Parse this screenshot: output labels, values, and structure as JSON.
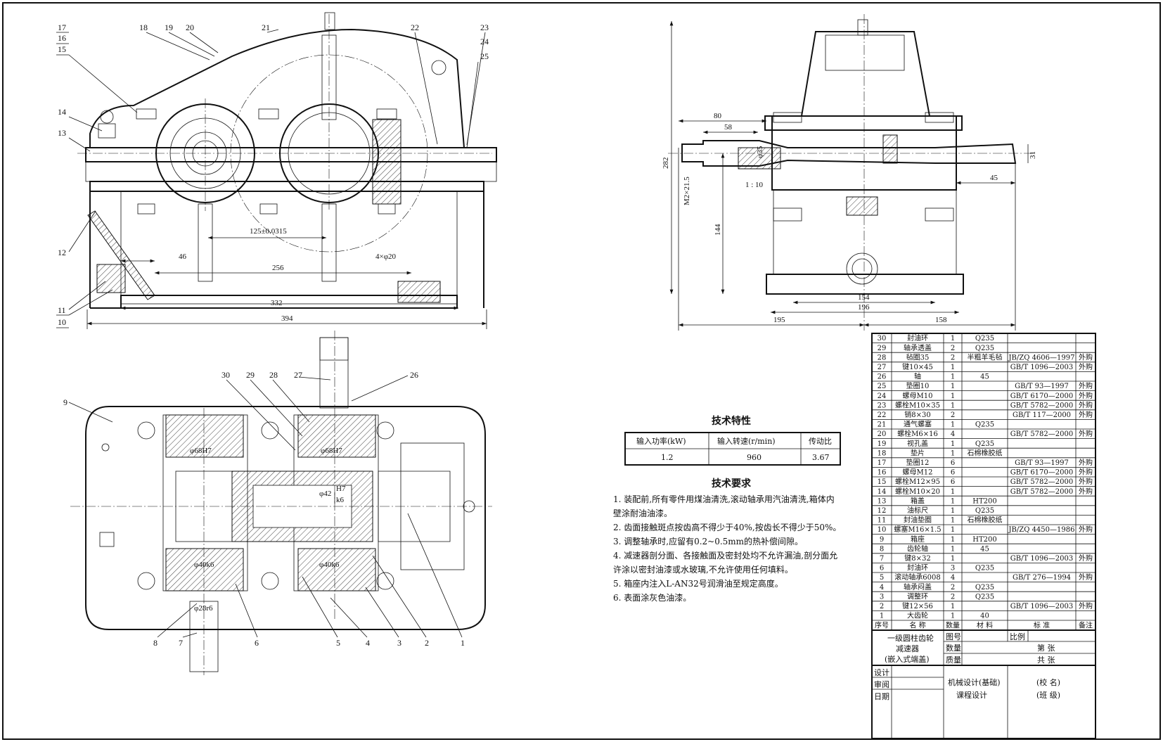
{
  "front_view": {
    "balloons": [
      "17",
      "16",
      "15",
      "18",
      "19",
      "20",
      "21",
      "22",
      "23",
      "24",
      "25",
      "14",
      "13",
      "12",
      "11",
      "10"
    ],
    "dims": {
      "center_distance": "125±0.0315",
      "d46": "46",
      "d256": "256",
      "d332": "332",
      "d394": "394",
      "holes": "4×φ20"
    }
  },
  "side_view": {
    "dims": {
      "d80": "80",
      "d58": "58",
      "phi35": "φ35",
      "d282": "282",
      "m_thread": "M2×21.5",
      "taper": "1 : 10",
      "d144": "144",
      "d31": "31",
      "d45": "45",
      "d154": "154",
      "d196": "196",
      "d195": "195",
      "d158": "158"
    }
  },
  "plan_view": {
    "balloons": [
      "9",
      "30",
      "29",
      "28",
      "27",
      "26",
      "8",
      "7",
      "6",
      "5",
      "4",
      "3",
      "2",
      "1"
    ],
    "dims": {
      "phi68a": "φ68H7",
      "phi68b": "φ68H7",
      "phi42": "φ42",
      "fit_h7": "H7",
      "fit_k6": "k6",
      "phi40a": "φ40k6",
      "phi40b": "φ40k6",
      "phi28": "φ28r6"
    }
  },
  "tech_specs": {
    "title": "技术特性",
    "headers": [
      "输入功率(kW)",
      "输入转速(r/min)",
      "传动比"
    ],
    "values": [
      "1.2",
      "960",
      "3.67"
    ]
  },
  "tech_requirements": {
    "title": "技术要求",
    "lines": [
      "1. 装配前,所有零件用煤油清洗,滚动轴承用汽油清洗,箱体内",
      "    壁涂耐油油漆。",
      "2. 齿面接触斑点按齿高不得少于40%,按齿长不得少于50%。",
      "3. 调整轴承时,应留有0.2~0.5mm的热补偿间隙。",
      "4. 减速器剖分面、各接触面及密封处均不允许漏油,剖分面允",
      "    许涂以密封油漆或水玻璃,不允许使用任何填料。",
      "5. 箱座内注入L-AN32号润滑油至规定高度。",
      "6. 表面涂灰色油漆。"
    ]
  },
  "parts_list": {
    "rows": [
      [
        "30",
        "封油环",
        "1",
        "Q235",
        "",
        ""
      ],
      [
        "29",
        "轴承透盖",
        "2",
        "Q235",
        "",
        ""
      ],
      [
        "28",
        "毡圈35",
        "2",
        "半粗羊毛毡",
        "JB/ZQ 4606—1997",
        "外购"
      ],
      [
        "27",
        "键10×45",
        "1",
        "",
        "GB/T 1096—2003",
        "外购"
      ],
      [
        "26",
        "轴",
        "1",
        "45",
        "",
        ""
      ],
      [
        "25",
        "垫圈10",
        "1",
        "",
        "GB/T 93—1997",
        "外购"
      ],
      [
        "24",
        "螺母M10",
        "1",
        "",
        "GB/T 6170—2000",
        "外购"
      ],
      [
        "23",
        "螺栓M10×35",
        "1",
        "",
        "GB/T 5782—2000",
        "外购"
      ],
      [
        "22",
        "销8×30",
        "2",
        "",
        "GB/T 117—2000",
        "外购"
      ],
      [
        "21",
        "通气螺塞",
        "1",
        "Q235",
        "",
        ""
      ],
      [
        "20",
        "螺栓M6×16",
        "4",
        "",
        "GB/T 5782—2000",
        "外购"
      ],
      [
        "19",
        "视孔盖",
        "1",
        "Q235",
        "",
        ""
      ],
      [
        "18",
        "垫片",
        "1",
        "石棉橡胶纸",
        "",
        ""
      ],
      [
        "17",
        "垫圈12",
        "6",
        "",
        "GB/T 93—1997",
        "外购"
      ],
      [
        "16",
        "螺母M12",
        "6",
        "",
        "GB/T 6170—2000",
        "外购"
      ],
      [
        "15",
        "螺栓M12×95",
        "6",
        "",
        "GB/T 5782—2000",
        "外购"
      ],
      [
        "14",
        "螺栓M10×20",
        "1",
        "",
        "GB/T 5782—2000",
        "外购"
      ],
      [
        "13",
        "箱盖",
        "1",
        "HT200",
        "",
        ""
      ],
      [
        "12",
        "油标尺",
        "1",
        "Q235",
        "",
        ""
      ],
      [
        "11",
        "封油垫圈",
        "1",
        "石棉橡胶纸",
        "",
        ""
      ],
      [
        "10",
        "螺塞M16×1.5",
        "1",
        "",
        "JB/ZQ 4450—1986",
        "外购"
      ],
      [
        "9",
        "箱座",
        "1",
        "HT200",
        "",
        ""
      ],
      [
        "8",
        "齿轮轴",
        "1",
        "45",
        "",
        ""
      ],
      [
        "7",
        "键8×32",
        "1",
        "",
        "GB/T 1096—2003",
        "外购"
      ],
      [
        "6",
        "封油环",
        "3",
        "Q235",
        "",
        ""
      ],
      [
        "5",
        "滚动轴承6008",
        "4",
        "",
        "GB/T 276—1994",
        "外购"
      ],
      [
        "4",
        "轴承闷盖",
        "2",
        "Q235",
        "",
        ""
      ],
      [
        "3",
        "调整环",
        "2",
        "Q235",
        "",
        ""
      ],
      [
        "2",
        "键12×56",
        "1",
        "",
        "GB/T 1096—2003",
        "外购"
      ],
      [
        "1",
        "大齿轮",
        "1",
        "40",
        "",
        ""
      ]
    ],
    "header": [
      "序号",
      "名 称",
      "数量",
      "材 料",
      "标 准",
      "备注"
    ]
  },
  "title_block": {
    "name_line1": "一级圆柱齿轮",
    "name_line2": "减速器",
    "name_line3": "(嵌入式端盖)",
    "drawing_no": "图号",
    "scale": "比例",
    "quantity": "数量",
    "mass": "质量",
    "sheet_no": "第    张",
    "sheet_total": "共    张",
    "design": "设计",
    "review": "审阅",
    "date": "日期",
    "course1": "机械设计(基础)",
    "course2": "课程设计",
    "school": "(校  名)",
    "class": "(班  级)"
  }
}
